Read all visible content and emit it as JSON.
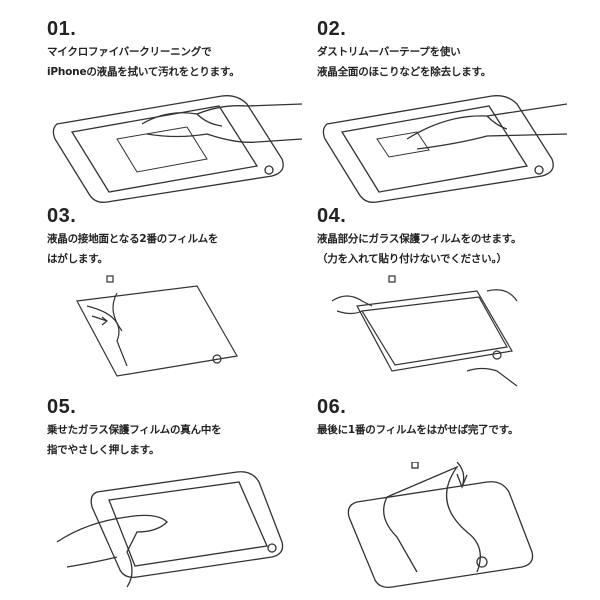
{
  "steps": [
    {
      "number": "01.",
      "line1": "マイクロファイバークリーニングで",
      "line2": "iPhoneの液晶を拭いて汚れをとります。"
    },
    {
      "number": "02.",
      "line1": "ダストリムーバーテープを使い",
      "line2": "液晶全面のほこりなどを除去します。"
    },
    {
      "number": "03.",
      "line1": "液晶の接地面となる2番のフィルムを",
      "line2": "はがします。"
    },
    {
      "number": "04.",
      "line1": "液晶部分にガラス保護フィルムをのせます。",
      "line2": "（力を入れて貼り付けないでください。）"
    },
    {
      "number": "05.",
      "line1": "乗せたガラス保護フィルムの真ん中を",
      "line2": "指でやさしく押します。"
    },
    {
      "number": "06.",
      "line1": "最後に1番のフィルムをはがせば完了です。",
      "line2": ""
    }
  ]
}
